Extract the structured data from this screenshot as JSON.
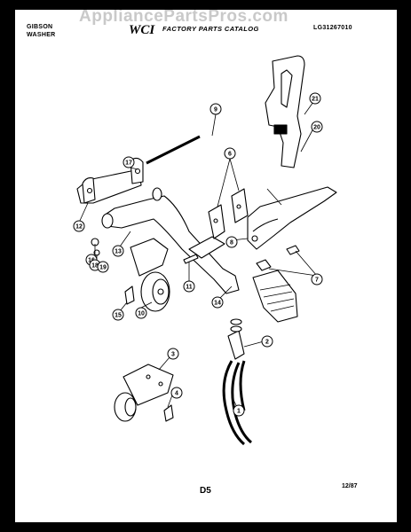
{
  "watermark": "AppliancePartsPros.com",
  "header": {
    "brand_line1": "GIBSON",
    "brand_line2": "WASHER",
    "logo_text": "WCI",
    "catalog_title": "FACTORY PARTS CATALOG",
    "part_number": "LG31267010"
  },
  "footer": {
    "page_id": "D5",
    "date": "12/87"
  },
  "callouts": [
    "1",
    "2",
    "3",
    "4",
    "6",
    "7",
    "8",
    "9",
    "10",
    "11",
    "12",
    "13",
    "14",
    "15",
    "16",
    "17",
    "18",
    "19",
    "20",
    "21"
  ]
}
